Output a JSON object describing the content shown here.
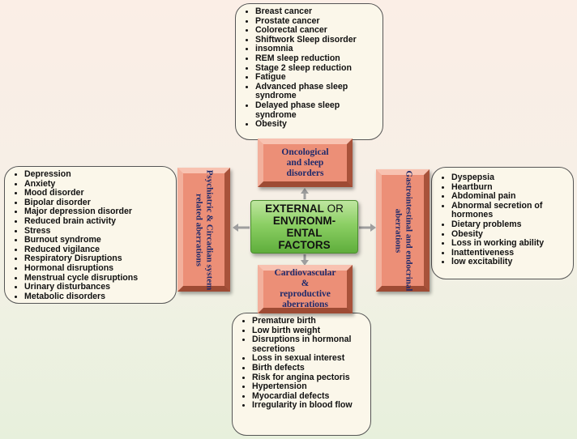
{
  "center": {
    "line1_a": "EXTERNAL",
    "line1_or": " OR",
    "line2": "ENVIRONM-",
    "line3": "ENTAL",
    "line4": "FACTORS"
  },
  "categories": {
    "oncological": {
      "line1": "Oncological",
      "line2": "and sleep",
      "line3": "disorders"
    },
    "cardiovascular": {
      "line1": "Cardiovascular",
      "line2": "&",
      "line3": "reproductive",
      "line4": "aberrations"
    },
    "psychiatric": {
      "line1": "Psychiatric & Circadian system",
      "line2": "related aberrations"
    },
    "gastrointestinal": {
      "line1": "Gastrointestinal and endocrinal",
      "line2": "aberrations"
    }
  },
  "lists": {
    "oncological": [
      "Breast cancer",
      "Prostate cancer",
      "Colorectal cancer",
      "Shiftwork Sleep disorder",
      "insomnia",
      "REM sleep reduction",
      "Stage 2 sleep reduction",
      "Fatigue",
      "Advanced phase sleep syndrome",
      "Delayed phase sleep syndrome",
      "Obesity"
    ],
    "psychiatric": [
      "Depression",
      "Anxiety",
      "Mood disorder",
      "Bipolar disorder",
      "Major depression disorder",
      "Reduced brain activity",
      "Stress",
      "Burnout syndrome",
      "Reduced vigilance",
      "Respiratory Disruptions",
      "Hormonal disruptions",
      "Menstrual cycle disruptions",
      "Urinary disturbances",
      "Metabolic disorders"
    ],
    "gastrointestinal": [
      "Dyspepsia",
      "Heartburn",
      "Abdominal pain",
      "Abnormal secretion of hormones",
      "Dietary problems",
      "Obesity",
      "Loss in working ability",
      "Inattentiveness",
      "low excitability"
    ],
    "cardiovascular": [
      "Premature birth",
      "Low birth weight",
      "Disruptions in hormonal secretions",
      "Loss in sexual interest",
      "Birth defects",
      "Risk for angina pectoris",
      "Hypertension",
      "Myocardial defects",
      "Irregularity in blood flow"
    ]
  },
  "colors": {
    "category_fill": "#ec8f77",
    "category_text": "#1f2a6b",
    "center_fill": "#8ccf64",
    "arrow": "#9e9e9e",
    "callout_fill": "#fbf7ea"
  }
}
